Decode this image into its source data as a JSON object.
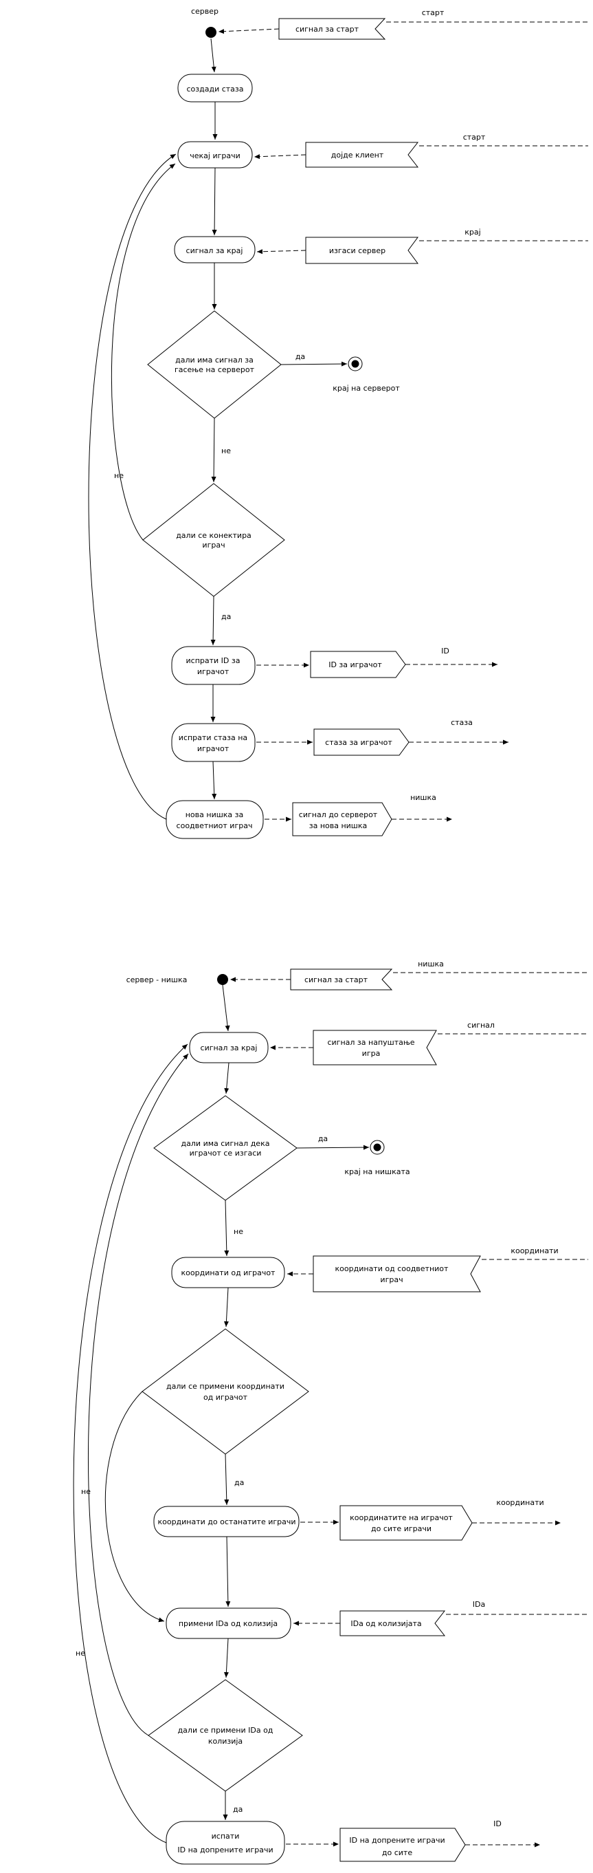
{
  "labels": {
    "yes": "да",
    "no": "не"
  },
  "top": {
    "title": "сервер",
    "start_signal": {
      "text": "сигнал за старт",
      "annotation": "старт"
    },
    "create_path": "создади стаза",
    "wait_players": "чекај играчи",
    "client_joined": {
      "text": "дојде клиент",
      "annotation": "старт"
    },
    "end_signal": "сигнал за крај",
    "shutdown": {
      "text": "изгаси сервер",
      "annotation": "крај"
    },
    "decision_shutdown": {
      "line1": "дали има сигнал за",
      "line2": "гасење на серверот"
    },
    "server_end": "крај на серверот",
    "decision_connect": {
      "line1": "дали се конектира",
      "line2": "играч"
    },
    "send_id": {
      "line1": "испрати ID за",
      "line2": "играчот"
    },
    "id_signal": {
      "text": "ID за играчот",
      "annotation": "ID"
    },
    "send_path": {
      "line1": "испрати стаза на",
      "line2": "играчот"
    },
    "path_signal": {
      "text": "стаза за играчот",
      "annotation": "стаза"
    },
    "new_thread": {
      "line1": "нова нишка за",
      "line2": "соодветниот играч"
    },
    "thread_signal": {
      "line1": "сигнал до серверот",
      "line2": "за нова нишка",
      "annotation": "нишка"
    }
  },
  "bottom": {
    "title": "сервер - нишка",
    "start_signal": {
      "text": "сигнал за старт",
      "annotation": "нишка"
    },
    "end_signal": "сигнал за крај",
    "leave_signal": {
      "line1": "сигнал за напуштање",
      "line2": "игра",
      "annotation": "сигнал"
    },
    "decision_off": {
      "line1": "дали има сигнал дека",
      "line2": "играчот се изгаси"
    },
    "thread_end": "крај на нишката",
    "coords_from_player": "координати од играчот",
    "coords_signal_in": {
      "line1": "координати од соодветниот",
      "line2": "играч",
      "annotation": "координати"
    },
    "decision_coords": {
      "line1": "дали се примени координати",
      "line2": "од играчот"
    },
    "coords_to_others": "координати до останатите играчи",
    "coords_signal_out": {
      "line1": "координатите на играчот",
      "line2": "до сите играчи",
      "annotation": "координати"
    },
    "receive_ids": "примени IDа од колизија",
    "ids_signal_in": {
      "text": "IDа од колизијата",
      "annotation": "IDа"
    },
    "decision_ids": {
      "line1": "дали се примени IDа од",
      "line2": "колизија"
    },
    "send_touched_ids": {
      "line1": "испати",
      "line2": "ID на допрените играчи"
    },
    "touched_ids_signal": {
      "line1": "ID на допрените играчи",
      "line2": "до сите",
      "annotation": "ID"
    }
  }
}
